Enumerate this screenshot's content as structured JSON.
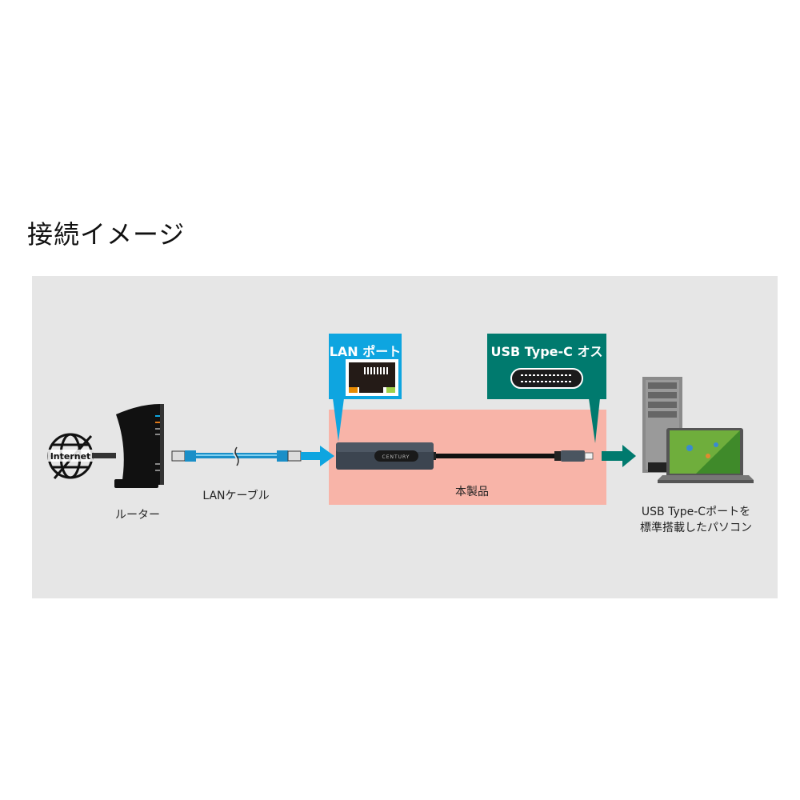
{
  "title": "接続イメージ",
  "globe_label": "Internet",
  "router_label": "ルーター",
  "cable_label": "LANケーブル",
  "product_label": "本製品",
  "adapter_brand": "CENTURY",
  "lan_port_callout": "LAN ポート",
  "usb_callout": "USB Type-C オス",
  "pc_label_line1": "USB Type-Cポートを",
  "pc_label_line2": "標準搭載したパソコン",
  "colors": {
    "lan_blue": "#0ea5e0",
    "usb_teal": "#007a6e",
    "product_pink": "#f8b4a8",
    "panel_gray": "#e6e6e6"
  }
}
